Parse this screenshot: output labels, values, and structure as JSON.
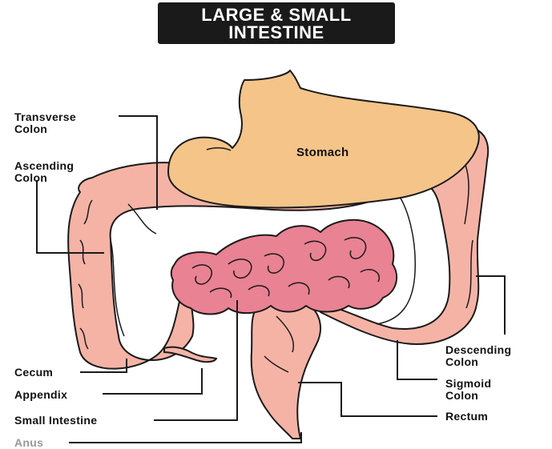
{
  "title": {
    "line1": "LARGE & SMALL",
    "line2": "INTESTINE"
  },
  "labels": {
    "stomach": "Stomach",
    "transverse_colon": [
      "Transverse",
      "Colon"
    ],
    "ascending_colon": [
      "Ascending",
      "Colon"
    ],
    "cecum": "Cecum",
    "appendix": "Appendix",
    "small_intestine": "Small Intestine",
    "anus": "Anus",
    "descending_colon": [
      "Descending",
      "Colon"
    ],
    "sigmoid_colon": [
      "Sigmoid",
      "Colon"
    ],
    "rectum": "Rectum"
  },
  "colors": {
    "stomach": "#f4c489",
    "colon": "#f5b3a6",
    "small_intestine": "#e98293",
    "outline": "#1a1a1a"
  }
}
